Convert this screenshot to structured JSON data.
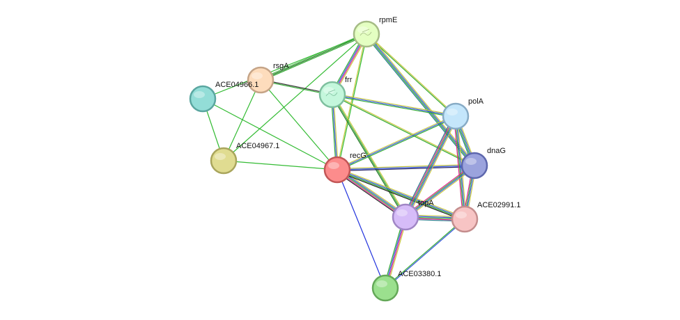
{
  "network": {
    "nodes": [
      {
        "id": "rpmE",
        "label": "rpmE",
        "fill": "#e4ffc2",
        "stroke": "#a6bc86",
        "detail": true
      },
      {
        "id": "rsgA",
        "label": "rsgA",
        "fill": "#fddcbc",
        "stroke": "#c5a487",
        "detail": false
      },
      {
        "id": "ACE04966.1",
        "label": "ACE04966.1",
        "fill": "#93ddd7",
        "stroke": "#5aa6a0",
        "detail": false
      },
      {
        "id": "frr",
        "label": "frr",
        "fill": "#c4f7dc",
        "stroke": "#7ebf9e",
        "detail": true
      },
      {
        "id": "polA",
        "label": "polA",
        "fill": "#c4e6fb",
        "stroke": "#87abc5",
        "detail": false
      },
      {
        "id": "ACE04967.1",
        "label": "ACE04967.1",
        "fill": "#e0dc91",
        "stroke": "#a9a55c",
        "detail": false
      },
      {
        "id": "recG",
        "label": "recG",
        "fill": "#fc8c8c",
        "stroke": "#c25656",
        "detail": false
      },
      {
        "id": "dnaG",
        "label": "dnaG",
        "fill": "#9ba3dd",
        "stroke": "#5d67ad",
        "detail": false
      },
      {
        "id": "topA",
        "label": "topA",
        "fill": "#d6bcf8",
        "stroke": "#a086c5",
        "detail": false
      },
      {
        "id": "ACE02991.1",
        "label": "ACE02991.1",
        "fill": "#f7c4c4",
        "stroke": "#c48d8d",
        "detail": false
      },
      {
        "id": "ACE03380.1",
        "label": "ACE03380.1",
        "fill": "#9be08e",
        "stroke": "#64a858",
        "detail": false
      }
    ],
    "edges": [
      {
        "source": "rpmE",
        "target": "rsgA",
        "colors": [
          "#33aa33",
          "#227722",
          "#55bb55"
        ]
      },
      {
        "source": "rpmE",
        "target": "ACE04966.1",
        "colors": [
          "#33bb33"
        ]
      },
      {
        "source": "rpmE",
        "target": "frr",
        "colors": [
          "#c8c840",
          "#dd2288",
          "#3355dd",
          "#33aa33"
        ]
      },
      {
        "source": "rpmE",
        "target": "recG",
        "colors": [
          "#33bb33",
          "#c8c840"
        ]
      },
      {
        "source": "rpmE",
        "target": "polA",
        "colors": [
          "#c8c840",
          "#33aa33"
        ]
      },
      {
        "source": "rpmE",
        "target": "dnaG",
        "colors": [
          "#c8c840",
          "#3355dd",
          "#33aa33",
          "#227788"
        ]
      },
      {
        "source": "rpmE",
        "target": "ACE04967.1",
        "colors": [
          "#33bb33"
        ]
      },
      {
        "source": "rsgA",
        "target": "frr",
        "colors": [
          "#333333",
          "#33aa33"
        ]
      },
      {
        "source": "rsgA",
        "target": "ACE04967.1",
        "colors": [
          "#33bb33"
        ]
      },
      {
        "source": "rsgA",
        "target": "recG",
        "colors": [
          "#33bb33"
        ]
      },
      {
        "source": "ACE04966.1",
        "target": "recG",
        "colors": [
          "#33bb33"
        ]
      },
      {
        "source": "ACE04966.1",
        "target": "ACE04967.1",
        "colors": [
          "#33bb33"
        ]
      },
      {
        "source": "ACE04967.1",
        "target": "recG",
        "colors": [
          "#33bb33"
        ]
      },
      {
        "source": "frr",
        "target": "polA",
        "colors": [
          "#c8c840",
          "#3355dd",
          "#33aa33"
        ]
      },
      {
        "source": "frr",
        "target": "recG",
        "colors": [
          "#c8c840",
          "#3355dd",
          "#33aa33"
        ]
      },
      {
        "source": "frr",
        "target": "topA",
        "colors": [
          "#c8c840",
          "#33aa33",
          "#227722"
        ]
      },
      {
        "source": "frr",
        "target": "dnaG",
        "colors": [
          "#c8c840",
          "#33aa33"
        ]
      },
      {
        "source": "recG",
        "target": "polA",
        "colors": [
          "#c8c840",
          "#3355dd",
          "#33aa33"
        ]
      },
      {
        "source": "recG",
        "target": "dnaG",
        "colors": [
          "#c8c840",
          "#3355dd",
          "#222266"
        ]
      },
      {
        "source": "recG",
        "target": "topA",
        "colors": [
          "#c8c840",
          "#3355dd",
          "#33aa33",
          "#dd2288",
          "#222222"
        ]
      },
      {
        "source": "recG",
        "target": "ACE02991.1",
        "colors": [
          "#c8c840",
          "#3355dd",
          "#33aa33",
          "#222222"
        ]
      },
      {
        "source": "recG",
        "target": "ACE03380.1",
        "colors": [
          "#2233dd"
        ]
      },
      {
        "source": "polA",
        "target": "dnaG",
        "colors": [
          "#c8c840",
          "#3355dd",
          "#33aa33",
          "#227788"
        ]
      },
      {
        "source": "polA",
        "target": "topA",
        "colors": [
          "#c8c840",
          "#3355dd",
          "#33aa33",
          "#dd2288",
          "#227788"
        ]
      },
      {
        "source": "polA",
        "target": "ACE02991.1",
        "colors": [
          "#c8c840",
          "#3355dd",
          "#33aa33",
          "#dd2288"
        ]
      },
      {
        "source": "dnaG",
        "target": "topA",
        "colors": [
          "#c8c840",
          "#3355dd",
          "#33aa33",
          "#dd2288"
        ]
      },
      {
        "source": "dnaG",
        "target": "ACE02991.1",
        "colors": [
          "#c8c840",
          "#3355dd",
          "#33aa33",
          "#dd2288"
        ]
      },
      {
        "source": "topA",
        "target": "ACE02991.1",
        "colors": [
          "#c8c840",
          "#3355dd",
          "#33aa33",
          "#dd2288",
          "#227788"
        ]
      },
      {
        "source": "topA",
        "target": "ACE03380.1",
        "colors": [
          "#c8c840",
          "#dd2288",
          "#3355dd",
          "#33aa33"
        ]
      },
      {
        "source": "ACE02991.1",
        "target": "ACE03380.1",
        "colors": [
          "#3355dd",
          "#33aa33"
        ]
      }
    ]
  }
}
